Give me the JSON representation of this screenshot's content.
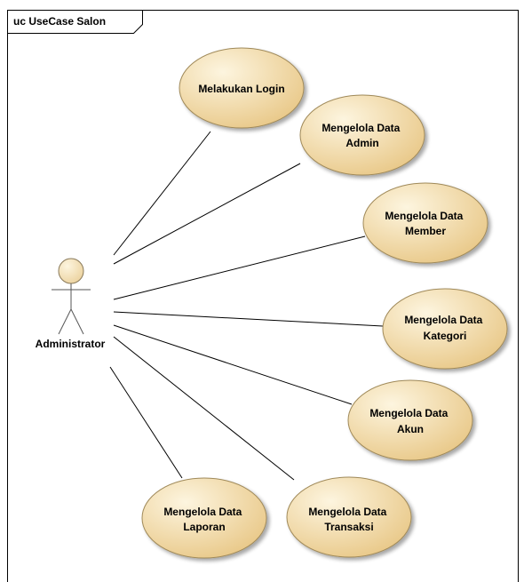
{
  "diagram": {
    "frame_title": "uc UseCase Salon",
    "actor": {
      "label": "Administrator"
    },
    "usecases": [
      {
        "id": "login",
        "lines": [
          "Melakukan Login"
        ]
      },
      {
        "id": "admin",
        "lines": [
          "Mengelola Data",
          "Admin"
        ]
      },
      {
        "id": "member",
        "lines": [
          "Mengelola Data",
          "Member"
        ]
      },
      {
        "id": "kategori",
        "lines": [
          "Mengelola Data",
          "Kategori"
        ]
      },
      {
        "id": "akun",
        "lines": [
          "Mengelola Data",
          "Akun"
        ]
      },
      {
        "id": "laporan",
        "lines": [
          "Mengelola Data",
          "Laporan"
        ]
      },
      {
        "id": "transaksi",
        "lines": [
          "Mengelola Data",
          "Transaksi"
        ]
      }
    ],
    "colors": {
      "usecase_fill_light": "#fdf5df",
      "usecase_fill_dark": "#e9c98a",
      "usecase_stroke": "#a08a5a",
      "line": "#000000",
      "actor_fill_light": "#fdf5df",
      "actor_fill_dark": "#ecd3a0"
    }
  }
}
